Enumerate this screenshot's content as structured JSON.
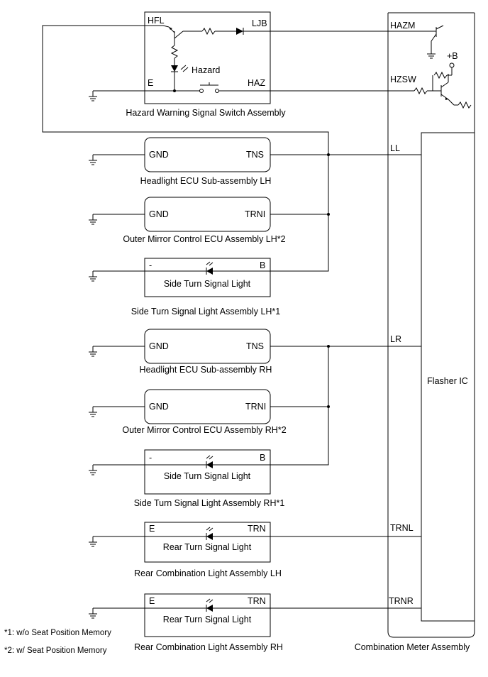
{
  "hazard_switch": {
    "title": "Hazard Warning Signal Switch Assembly",
    "pins": {
      "hfl": "HFL",
      "ljb": "LJB",
      "e": "E",
      "haz": "HAZ"
    },
    "lamp_label": "Hazard"
  },
  "headlight_lh": {
    "title": "Headlight ECU Sub-assembly LH",
    "pin_gnd": "GND",
    "pin_sig": "TNS"
  },
  "mirror_lh": {
    "title": "Outer Mirror Control ECU Assembly LH*2",
    "pin_gnd": "GND",
    "pin_sig": "TRNI"
  },
  "side_lh": {
    "title": "Side Turn Signal Light Assembly LH*1",
    "inner": "Side Turn Signal Light",
    "pin_neg": "-",
    "pin_b": "B"
  },
  "headlight_rh": {
    "title": "Headlight ECU Sub-assembly RH",
    "pin_gnd": "GND",
    "pin_sig": "TNS"
  },
  "mirror_rh": {
    "title": "Outer Mirror Control ECU Assembly RH*2",
    "pin_gnd": "GND",
    "pin_sig": "TRNI"
  },
  "side_rh": {
    "title": "Side Turn Signal Light Assembly RH*1",
    "inner": "Side Turn Signal Light",
    "pin_neg": "-",
    "pin_b": "B"
  },
  "rear_lh": {
    "title": "Rear Combination Light Assembly LH",
    "inner": "Rear Turn Signal Light",
    "pin_e": "E",
    "pin_trn": "TRN"
  },
  "rear_rh": {
    "title": "Rear Combination Light Assembly RH",
    "inner": "Rear Turn Signal Light",
    "pin_e": "E",
    "pin_trn": "TRN"
  },
  "meter": {
    "title": "Combination Meter Assembly",
    "flasher": "Flasher IC",
    "pins": {
      "hazm": "HAZM",
      "hzsw": "HZSW",
      "ll": "LL",
      "lr": "LR",
      "trnl": "TRNL",
      "trnr": "TRNR"
    },
    "supply": "+B"
  },
  "footnotes": [
    "*1: w/o Seat Position Memory",
    "*2: w/ Seat Position Memory"
  ]
}
